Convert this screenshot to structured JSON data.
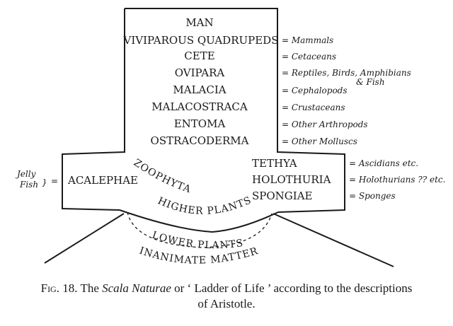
{
  "diagram": {
    "ranks": [
      "MAN",
      "VIVIPAROUS QUADRUPEDS",
      "CETE",
      "OVIPARA",
      "MALACIA",
      "MALACOSTRACA",
      "ENTOMA",
      "OSTRACODERMA"
    ],
    "rank_notes": [
      "= Mammals",
      "= Cetaceans",
      "= Reptiles, Birds, Amphibians",
      "= Cephalopods",
      "= Crustaceans",
      "= Other Arthropods",
      "= Other Molluscs"
    ],
    "amphibians_extra": "& Fish",
    "right_group": [
      "TETHYA",
      "HOLOTHURIA",
      "SPONGIAE"
    ],
    "right_notes": [
      "= Ascidians etc.",
      "= Holothurians ?? etc.",
      "= Sponges"
    ],
    "left_group": "ACALEPHAE",
    "left_note_line1": "Jelly",
    "left_note_line2": "Fish",
    "left_note_eq": "=",
    "zoophyta": "ZOOPHYTA",
    "higher_plants": "HIGHER PLANTS",
    "lower_plants": "LOWER PLANTS",
    "inanimate": "INANIMATE MATTER"
  },
  "caption": {
    "fig": "Fig. 18.",
    "pre": "The",
    "title": "Scala Naturae",
    "mid": "or ‘ Ladder of Life ’ according to the descriptions",
    "line2": "of Aristotle."
  }
}
